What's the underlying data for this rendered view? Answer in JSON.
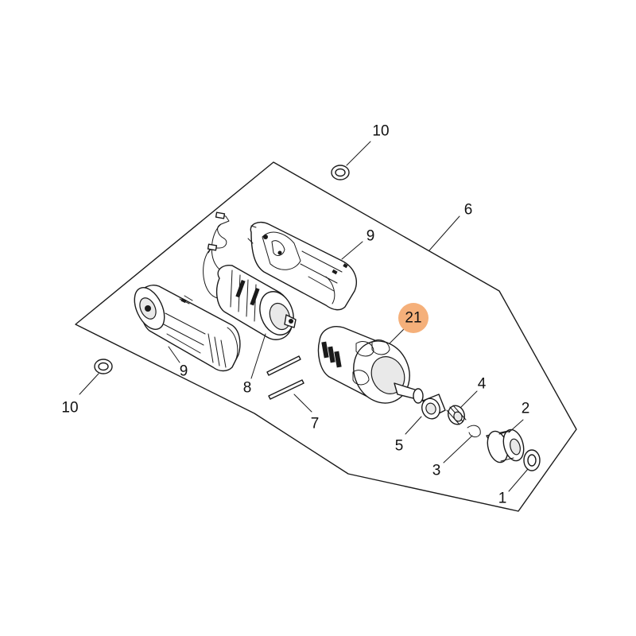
{
  "callouts": [
    {
      "id": "c10a",
      "label": "10"
    },
    {
      "id": "c6",
      "label": "6"
    },
    {
      "id": "c9a",
      "label": "9"
    },
    {
      "id": "c21",
      "label": "21",
      "highlighted": true
    },
    {
      "id": "c9b",
      "label": "9"
    },
    {
      "id": "c8",
      "label": "8"
    },
    {
      "id": "c7",
      "label": "7"
    },
    {
      "id": "c4",
      "label": "4"
    },
    {
      "id": "c2",
      "label": "2"
    },
    {
      "id": "c5",
      "label": "5"
    },
    {
      "id": "c3",
      "label": "3"
    },
    {
      "id": "c10b",
      "label": "10"
    },
    {
      "id": "c1",
      "label": "1"
    }
  ],
  "colors": {
    "highlight": "#f5b07a",
    "line": "#1a1a1a",
    "background": "#ffffff"
  }
}
